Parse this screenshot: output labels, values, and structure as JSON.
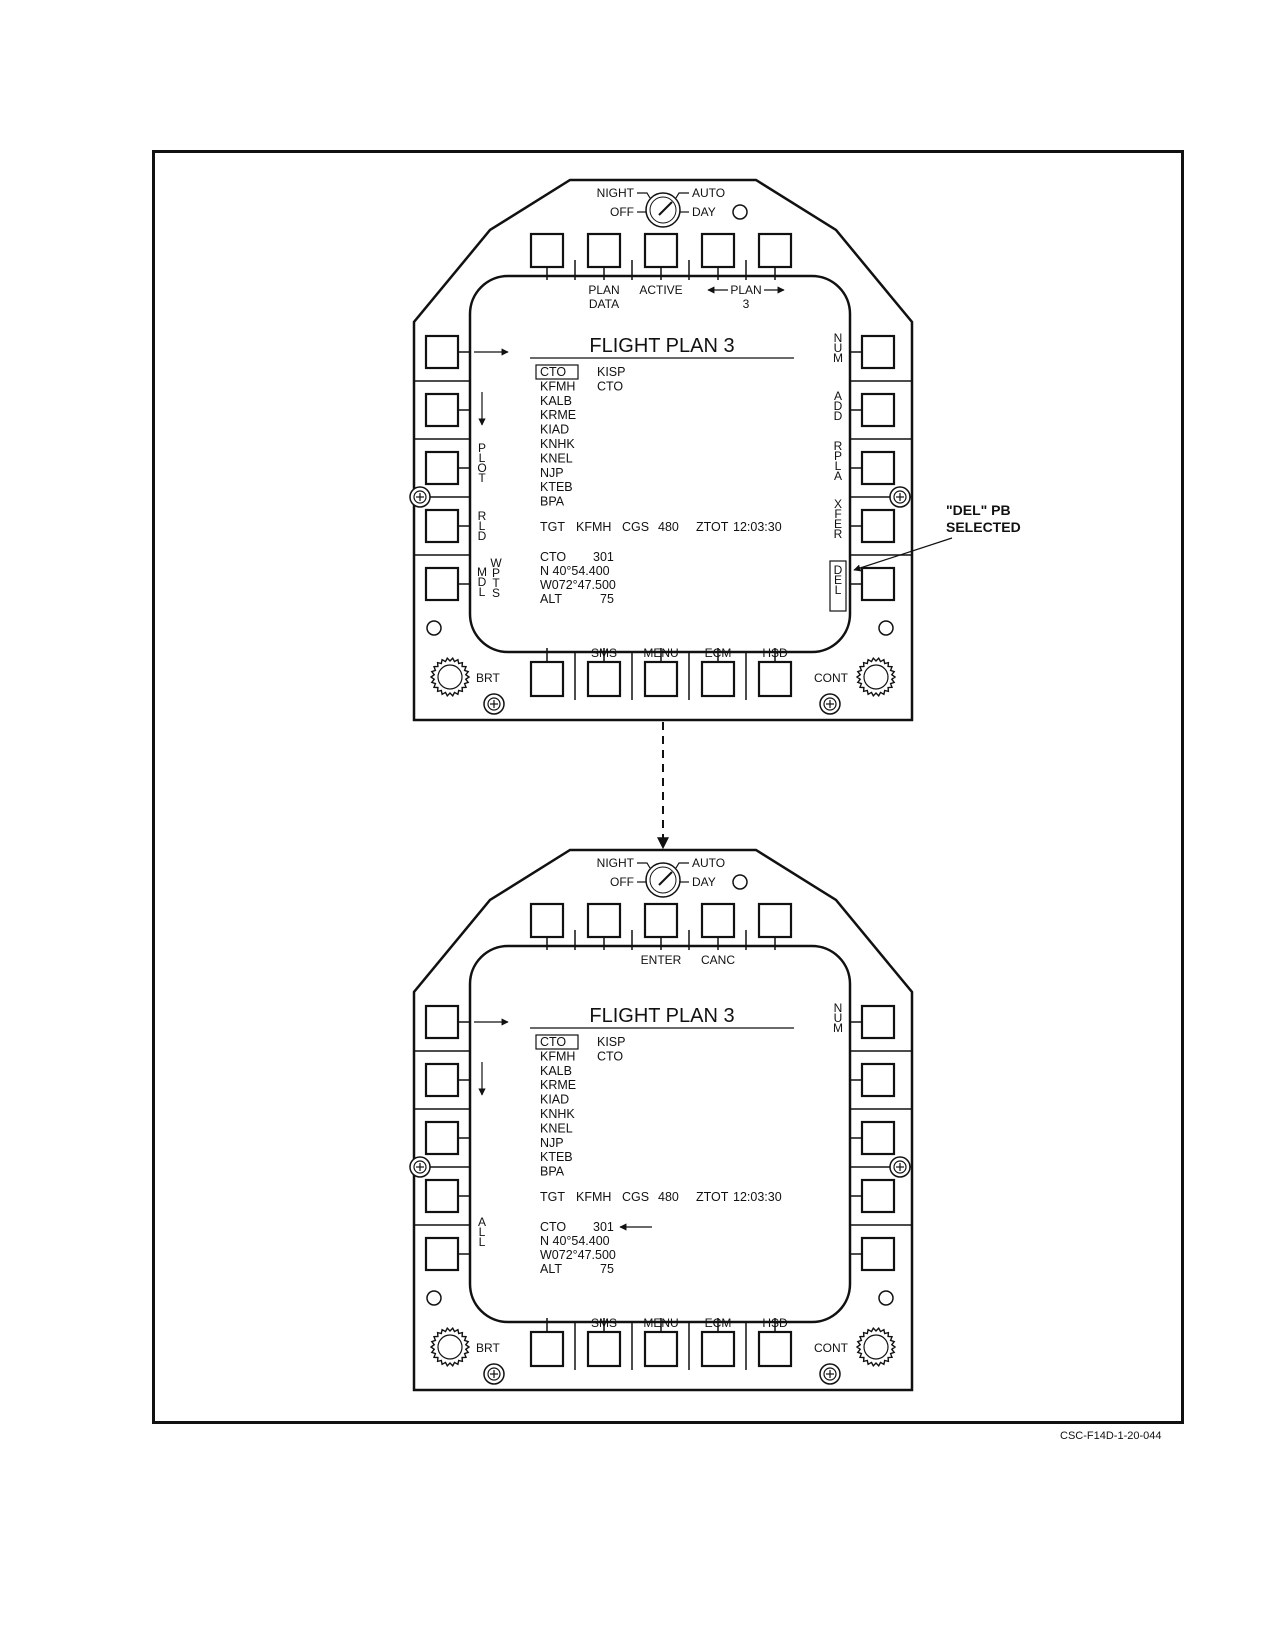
{
  "figure_id": "CSC-F14D-1-20-044",
  "callout": {
    "line1": "\"DEL\" PB",
    "line2": "SELECTED"
  },
  "knob": {
    "night": "NIGHT",
    "auto": "AUTO",
    "off": "OFF",
    "day": "DAY"
  },
  "brt": "BRT",
  "cont": "CONT",
  "displays": [
    {
      "top_labels": {
        "b2_line1": "PLAN",
        "b2_line2": "DATA",
        "b3": "ACTIVE",
        "b45_line1": "PLAN",
        "b45_line2": "3"
      },
      "title": "FLIGHT PLAN 3",
      "waypoints": [
        "CTO",
        "KFMH",
        "KALB",
        "KRME",
        "KIAD",
        "KNHK",
        "KNEL",
        "NJP",
        "KTEB",
        "BPA"
      ],
      "column2": [
        "KISP",
        "CTO"
      ],
      "tgt_line": {
        "tgt": "TGT",
        "tgt_val": "KFMH",
        "cgs": "CGS",
        "cgs_val": "480",
        "ztot": "ZTOT",
        "ztot_val": "12:03:30"
      },
      "detail": {
        "name": "CTO",
        "name_val": "301",
        "lat": "N  40°54.400",
        "lon": "W072°47.500",
        "alt": "ALT",
        "alt_val": "75"
      },
      "left_labels": {
        "plot": "PLOT",
        "rld": "RLD",
        "mdl": "MDL",
        "wpts": "WPTS"
      },
      "right_labels": {
        "num": "NUM",
        "add": "ADD",
        "rpla": "RPLA",
        "xfer": "XFER",
        "del": "DEL"
      },
      "bottom_labels": [
        "SMS",
        "MENU",
        "ECM",
        "HSD"
      ]
    },
    {
      "top_labels": {
        "b3": "ENTER",
        "b4": "CANC"
      },
      "title": "FLIGHT PLAN 3",
      "waypoints": [
        "CTO",
        "KFMH",
        "KALB",
        "KRME",
        "KIAD",
        "KNHK",
        "KNEL",
        "NJP",
        "KTEB",
        "BPA"
      ],
      "column2": [
        "KISP",
        "CTO"
      ],
      "tgt_line": {
        "tgt": "TGT",
        "tgt_val": "KFMH",
        "cgs": "CGS",
        "cgs_val": "480",
        "ztot": "ZTOT",
        "ztot_val": "12:03:30"
      },
      "detail": {
        "name": "CTO",
        "name_val": "301",
        "lat": "N  40°54.400",
        "lon": "W072°47.500",
        "alt": "ALT",
        "alt_val": "75"
      },
      "left_labels": {
        "all": "ALL"
      },
      "right_labels": {
        "num": "NUM"
      },
      "bottom_labels": [
        "SMS",
        "MENU",
        "ECM",
        "HSD"
      ]
    }
  ]
}
